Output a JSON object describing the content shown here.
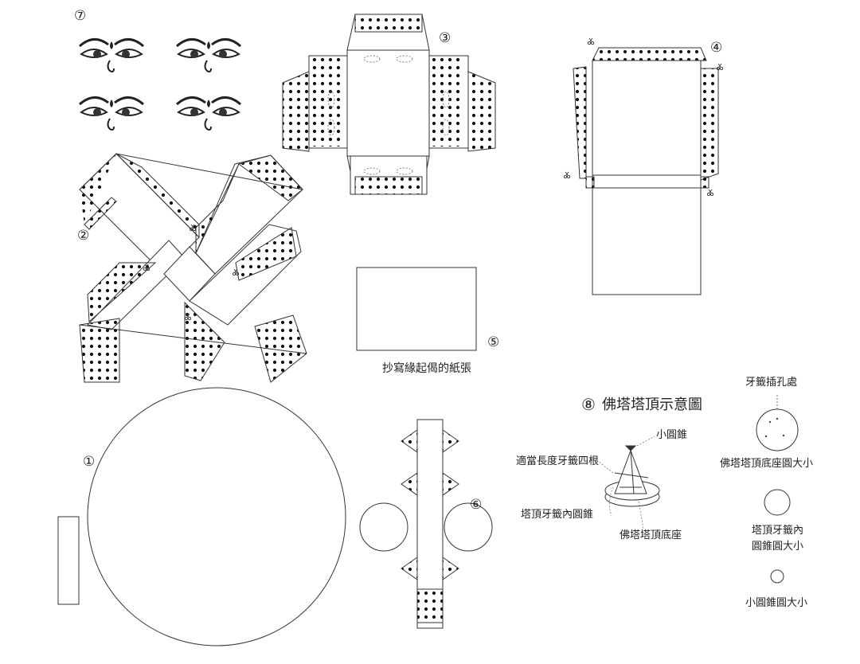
{
  "pieces": {
    "piece1": {
      "number": "①"
    },
    "piece2": {
      "number": "②"
    },
    "piece3": {
      "number": "③"
    },
    "piece4": {
      "number": "④"
    },
    "piece5": {
      "number": "⑤",
      "caption": "抄寫緣起偈的紙張"
    },
    "piece6": {
      "number": "⑥"
    },
    "piece7": {
      "number": "⑦"
    }
  },
  "spire_diagram": {
    "number": "⑧",
    "title": "佛塔塔頂示意圖",
    "labels": {
      "small_cone": "小圓錐",
      "toothpicks": "適當長度牙籤四根",
      "inner_cone": "塔頂牙籤內圓錐",
      "spire_base": "佛塔塔頂底座"
    }
  },
  "templates": {
    "hole_label": "牙籤插孔處",
    "base_circle": "佛塔塔頂底座圓大小",
    "inner_cone_circle": [
      "塔頂牙籤內",
      "圓錐圓大小"
    ],
    "small_cone_circle": "小圓錐圓大小"
  },
  "colors": {
    "line": "#333333",
    "dot": "#111111",
    "paper": "#ffffff"
  },
  "icons": [
    "buddha-eyes-icon",
    "scissors-icon"
  ]
}
